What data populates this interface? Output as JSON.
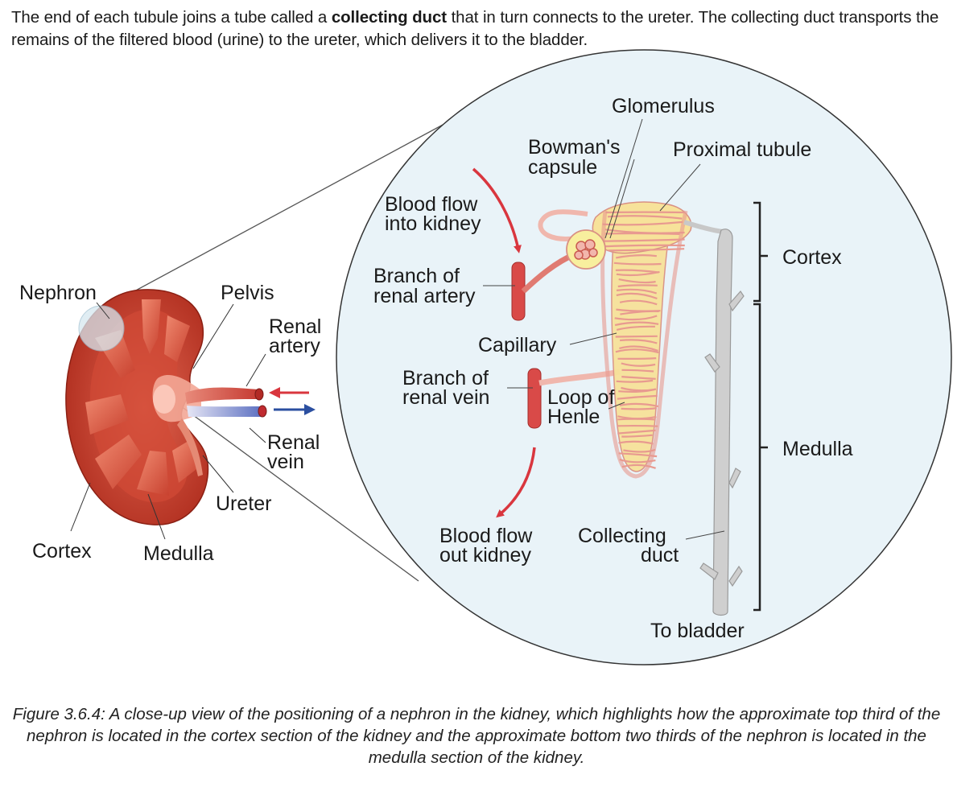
{
  "intro": {
    "part1": "The end of each tubule joins a tube called a ",
    "bold": "collecting duct",
    "part2": " that in turn connects to the ureter. The collecting duct transports the remains of the filtered blood (urine) to the ureter, which delivers it to the bladder."
  },
  "labels": {
    "nephron": "Nephron",
    "pelvis": "Pelvis",
    "renal_artery": [
      "Renal",
      "artery"
    ],
    "renal_vein": [
      "Renal",
      "vein"
    ],
    "ureter": "Ureter",
    "cortex_kidney": "Cortex",
    "medulla_kidney": "Medulla",
    "glomerulus": "Glomerulus",
    "bowmans_capsule": [
      "Bowman's",
      "capsule"
    ],
    "proximal_tubule": "Proximal tubule",
    "blood_flow_in": [
      "Blood flow",
      "into kidney"
    ],
    "branch_renal_artery": [
      "Branch of",
      "renal artery"
    ],
    "capillary": "Capillary",
    "branch_renal_vein": [
      "Branch of",
      "renal vein"
    ],
    "loop_of_henle": [
      "Loop of",
      "Henle"
    ],
    "blood_flow_out": [
      "Blood flow",
      "out kidney"
    ],
    "collecting_duct": [
      "Collecting",
      "duct"
    ],
    "to_bladder": "To bladder",
    "cortex_zone": "Cortex",
    "medulla_zone": "Medulla"
  },
  "caption": "Figure 3.6.4: A close-up view of the positioning of a nephron in the kidney, which highlights how the approximate top third of the nephron is located in the cortex section of the kidney and the approximate bottom two thirds of the nephron is located in the medulla section of the kidney.",
  "colors": {
    "kidney_red": "#c0392b",
    "artery_red": "#d9363e",
    "vein_blue": "#2b4fa0",
    "circle_fill": "#e9f3f8",
    "tubule_pink": "#f2b6ac",
    "capillary_yellow": "#f7ef9a",
    "duct_grey": "#c9c9c9"
  }
}
